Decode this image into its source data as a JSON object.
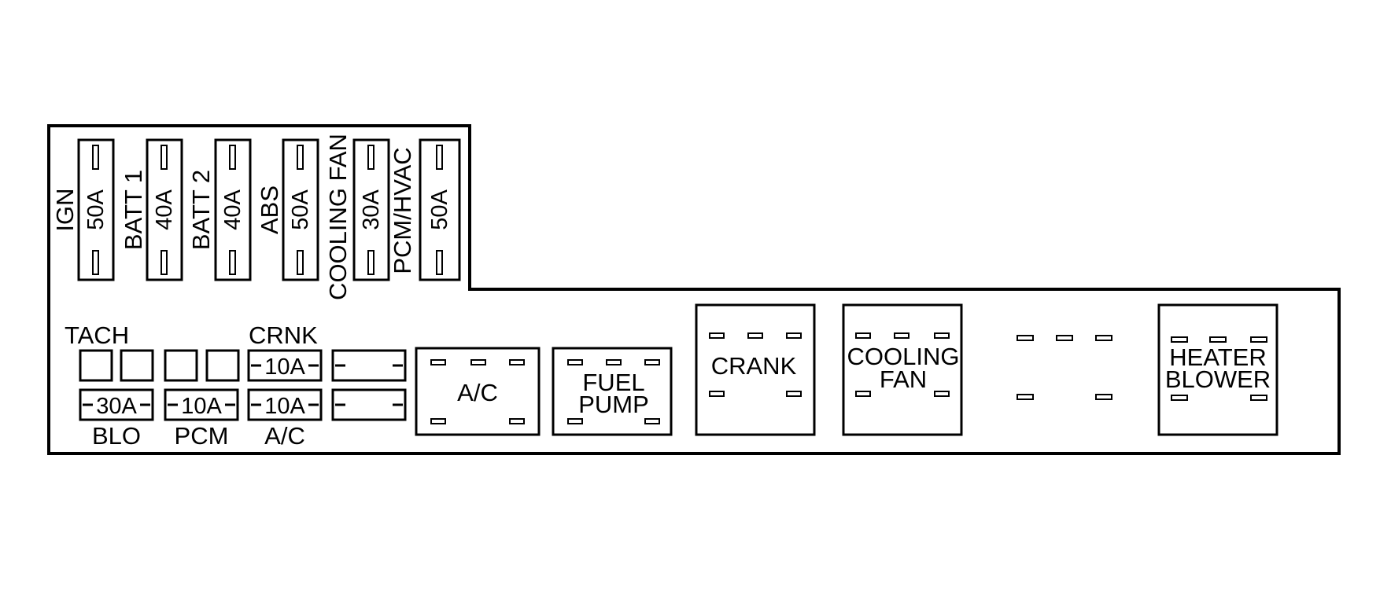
{
  "colors": {
    "line": "#000000",
    "background": "#ffffff"
  },
  "maxi_fuses": [
    {
      "side_label": "IGN",
      "rating": "50A"
    },
    {
      "side_label": "BATT 1",
      "rating": "40A"
    },
    {
      "side_label": "BATT 2",
      "rating": "40A"
    },
    {
      "side_label": "ABS",
      "rating": "50A"
    },
    {
      "side_label": "COOLING FAN",
      "rating": "30A"
    },
    {
      "side_label": "PCM/HVAC",
      "rating": "50A"
    }
  ],
  "mini_fuses": {
    "top_labels": {
      "tach": "TACH",
      "crnk": "CRNK"
    },
    "bottom_labels": {
      "blo": "BLO",
      "pcm": "PCM",
      "ac": "A/C"
    },
    "crnk_rating": "10A",
    "blo_rating": "30A",
    "pcm_rating": "10A",
    "ac_rating": "10A"
  },
  "relays": [
    {
      "line1": "A/C",
      "line2": ""
    },
    {
      "line1": "FUEL",
      "line2": "PUMP"
    },
    {
      "line1": "CRANK",
      "line2": ""
    },
    {
      "line1": "COOLING",
      "line2": "FAN"
    },
    {
      "line1": "",
      "line2": ""
    },
    {
      "line1": "HEATER",
      "line2": "BLOWER"
    }
  ]
}
